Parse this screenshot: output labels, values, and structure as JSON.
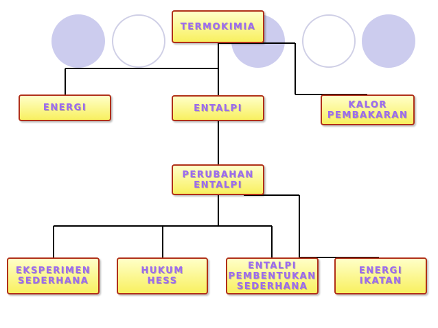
{
  "theme": {
    "node_text_color": "#9b6af0",
    "node_border_color": "#b03018",
    "node_fill_top": "#ffffc8",
    "node_fill_bottom": "#f8f060",
    "connector_color": "#000000",
    "circle_fill": "#ccccee",
    "circle_outline": "#cfcfe6"
  },
  "diagram": {
    "nodes": {
      "termokimia": "TERMOKIMIA",
      "energi": "ENERGI",
      "entalpi": "ENTALPI",
      "kalor_pembakaran": "KALOR\nPEMBAKARAN",
      "perubahan_entalpi": "PERUBAHAN\nENTALPI",
      "eksperimen_sederhana": "EKSPERIMEN\nSEDERHANA",
      "hukum_hess": "HUKUM\nHESS",
      "entalpi_pembentukan_sederhana": "ENTALPI\nPEMBENTUKAN\nSEDERHANA",
      "energi_ikatan": "ENERGI\nIKATAN"
    },
    "edges": [
      [
        "termokimia",
        "energi"
      ],
      [
        "termokimia",
        "entalpi"
      ],
      [
        "termokimia",
        "kalor_pembakaran"
      ],
      [
        "entalpi",
        "perubahan_entalpi"
      ],
      [
        "perubahan_entalpi",
        "eksperimen_sederhana"
      ],
      [
        "perubahan_entalpi",
        "hukum_hess"
      ],
      [
        "perubahan_entalpi",
        "entalpi_pembentukan_sederhana"
      ],
      [
        "perubahan_entalpi",
        "energi_ikatan"
      ]
    ]
  }
}
